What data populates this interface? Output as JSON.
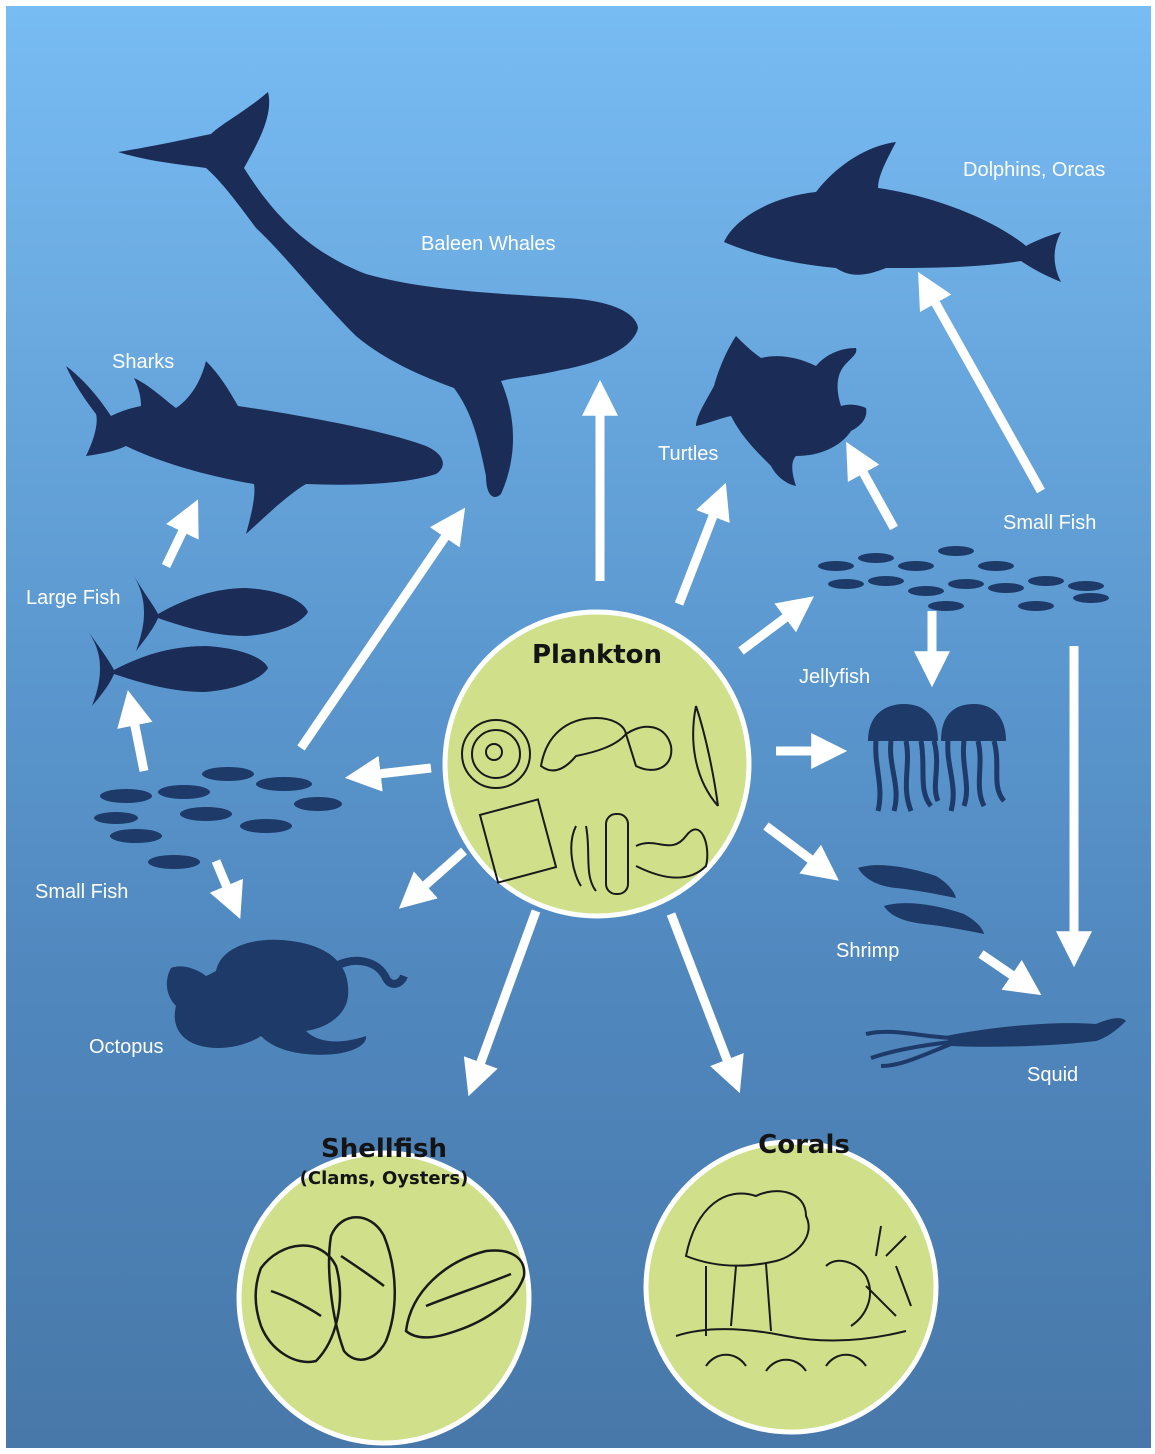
{
  "colors": {
    "ocean_top": "#78bcf4",
    "ocean_bottom": "#4878a9",
    "silhouette": "#1b2c57",
    "silhouette_light": "#1f3d66",
    "circle_fill": "#cfdf8a",
    "arrow": "#ffffff",
    "label": "#ffffff"
  },
  "nodes": {
    "plankton": {
      "title": "Plankton"
    },
    "shellfish": {
      "title": "Shellfish",
      "subtitle": "(Clams, Oysters)"
    },
    "corals": {
      "title": "Corals"
    },
    "baleen_whales": {
      "label": "Baleen Whales"
    },
    "dolphins": {
      "label": "Dolphins, Orcas"
    },
    "sharks": {
      "label": "Sharks"
    },
    "turtles": {
      "label": "Turtles"
    },
    "small_fish_right": {
      "label": "Small Fish"
    },
    "large_fish": {
      "label": "Large Fish"
    },
    "jellyfish": {
      "label": "Jellyfish"
    },
    "small_fish_left": {
      "label": "Small Fish"
    },
    "shrimp": {
      "label": "Shrimp"
    },
    "octopus": {
      "label": "Octopus"
    },
    "squid": {
      "label": "Squid"
    }
  },
  "edges": [
    {
      "from": "plankton",
      "to": "baleen_whales"
    },
    {
      "from": "plankton",
      "to": "turtles"
    },
    {
      "from": "plankton",
      "to": "small_fish_right"
    },
    {
      "from": "plankton",
      "to": "jellyfish"
    },
    {
      "from": "plankton",
      "to": "shrimp"
    },
    {
      "from": "plankton",
      "to": "small_fish_left"
    },
    {
      "from": "plankton",
      "to": "octopus"
    },
    {
      "from": "plankton",
      "to": "shellfish"
    },
    {
      "from": "plankton",
      "to": "corals"
    },
    {
      "from": "small_fish_left",
      "to": "baleen_whales"
    },
    {
      "from": "small_fish_left",
      "to": "large_fish"
    },
    {
      "from": "small_fish_left",
      "to": "octopus"
    },
    {
      "from": "large_fish",
      "to": "sharks"
    },
    {
      "from": "small_fish_right",
      "to": "dolphins"
    },
    {
      "from": "small_fish_right",
      "to": "turtles"
    },
    {
      "from": "small_fish_right",
      "to": "jellyfish"
    },
    {
      "from": "small_fish_right",
      "to": "squid"
    },
    {
      "from": "shrimp",
      "to": "squid"
    }
  ]
}
